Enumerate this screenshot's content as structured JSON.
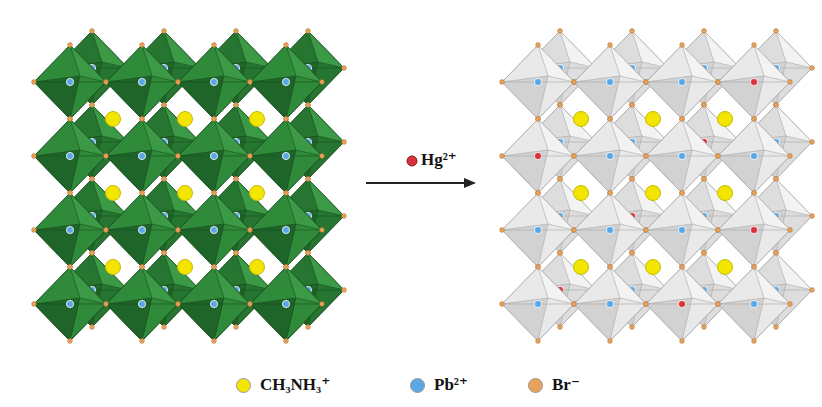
{
  "diagram": {
    "labels": [
      "Hg²⁺"
    ],
    "legend": [
      {
        "text": "CH₃NH₃⁺",
        "color": "#f2e600"
      },
      {
        "text": "Pb²⁺",
        "color": "#5aa9e6"
      },
      {
        "text": "Br⁻",
        "color": "#e8a25a"
      }
    ]
  }
}
